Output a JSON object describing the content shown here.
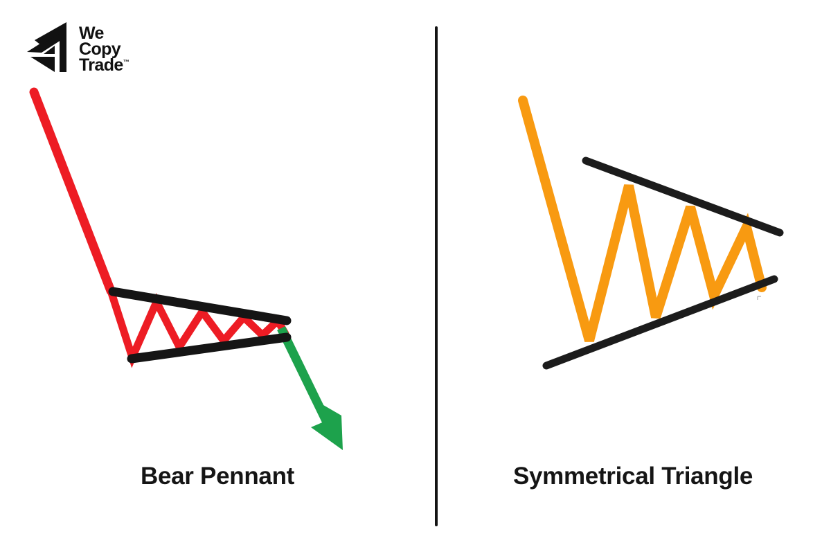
{
  "logo": {
    "name": "We Copy Trade",
    "mark_icon": "layered-arrow-icon",
    "line1": "We",
    "line2": "Copy",
    "line3": "Trade",
    "trademark": "™",
    "color": "#111111"
  },
  "divider": {
    "icon": "vertical-divider",
    "color": "#141414"
  },
  "colors": {
    "background": "#ffffff",
    "bearish_price_line": "#ED1C24",
    "breakout_arrow": "#1DA24C",
    "trendline": "#1A1A1A",
    "consolidation_price_line": "#F89A11",
    "caption_text": "#151515"
  },
  "panels": [
    {
      "id": "bear-pennant",
      "caption": "Bear Pennant",
      "elements": [
        {
          "name": "flagpole",
          "type": "downtrend-line",
          "color": "#ED1C24"
        },
        {
          "name": "pennant-zigzag",
          "type": "consolidation-zigzag",
          "color": "#ED1C24"
        },
        {
          "name": "upper-trendline",
          "type": "trendline",
          "color": "#1A1A1A"
        },
        {
          "name": "lower-trendline",
          "type": "trendline",
          "color": "#1A1A1A"
        },
        {
          "name": "breakout-arrow",
          "type": "arrow-down-right",
          "color": "#1DA24C"
        }
      ]
    },
    {
      "id": "symmetrical-triangle",
      "caption": "Symmetrical Triangle",
      "elements": [
        {
          "name": "price-zigzag",
          "type": "converging-zigzag",
          "color": "#F89A11"
        },
        {
          "name": "upper-trendline",
          "type": "descending-trendline",
          "color": "#1A1A1A"
        },
        {
          "name": "lower-trendline",
          "type": "ascending-trendline",
          "color": "#1A1A1A"
        }
      ]
    }
  ],
  "chart_data": [
    {
      "type": "line",
      "title": "Bear Pennant",
      "xlabel": "",
      "ylabel": "",
      "grid": false,
      "legend": "none",
      "series": [
        {
          "name": "Flagpole (sharp decline)",
          "color": "#ED1C24",
          "points": [
            [
              49,
              133
            ],
            [
              160,
              420
            ]
          ]
        },
        {
          "name": "Pennant consolidation zigzag",
          "color": "#ED1C24",
          "points": [
            [
              160,
              420
            ],
            [
              191,
              516
            ],
            [
              226,
              436
            ],
            [
              259,
              501
            ],
            [
              292,
              450
            ],
            [
              323,
              492
            ],
            [
              352,
              458
            ],
            [
              379,
              484
            ],
            [
              401,
              463
            ],
            [
              412,
              482
            ]
          ]
        },
        {
          "name": "Pennant upper trendline",
          "color": "#1A1A1A",
          "points": [
            [
              161,
              420
            ],
            [
              415,
              463
            ]
          ]
        },
        {
          "name": "Pennant lower trendline",
          "color": "#1A1A1A",
          "points": [
            [
              189,
              518
            ],
            [
              415,
              487
            ]
          ]
        },
        {
          "name": "Bearish breakout arrow",
          "color": "#1DA24C",
          "points": [
            [
              410,
              478
            ],
            [
              492,
              647
            ]
          ],
          "arrowhead": "down-right"
        }
      ]
    },
    {
      "type": "line",
      "title": "Symmetrical Triangle",
      "xlabel": "",
      "ylabel": "",
      "grid": false,
      "legend": "none",
      "series": [
        {
          "name": "Price action converging zigzag",
          "color": "#F89A11",
          "points": [
            [
              755,
              145
            ],
            [
              851,
              492
            ],
            [
              908,
              268
            ],
            [
              947,
              458
            ],
            [
              997,
              299
            ],
            [
              1031,
              427
            ],
            [
              1078,
              328
            ],
            [
              1100,
              415
            ]
          ]
        },
        {
          "name": "Descending upper trendline",
          "color": "#1A1A1A",
          "points": [
            [
              846,
              232
            ],
            [
              1126,
              336
            ]
          ]
        },
        {
          "name": "Ascending lower trendline",
          "color": "#1A1A1A",
          "points": [
            [
              789,
              528
            ],
            [
              1118,
              403
            ]
          ]
        }
      ]
    }
  ]
}
